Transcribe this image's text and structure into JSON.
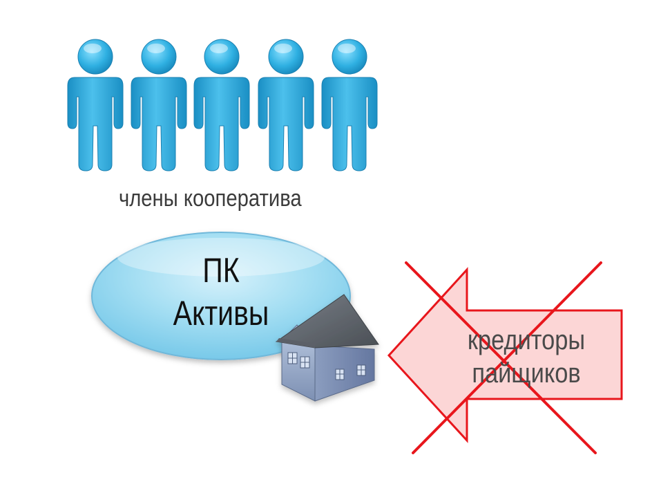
{
  "members": {
    "label": "члены кооператива",
    "count": 5,
    "figure_icon": "person-icon",
    "color": "#29a8dc"
  },
  "cooperative": {
    "line1": "ПК",
    "line2": "Активы",
    "fill_color": "#8fd3f0",
    "house_icon": "house-icon"
  },
  "creditors": {
    "line1": "кредиторы",
    "line2": "пайщиков",
    "arrow_fill": "#fcd6d6",
    "arrow_stroke": "#e8161c",
    "crossed_out": true
  }
}
